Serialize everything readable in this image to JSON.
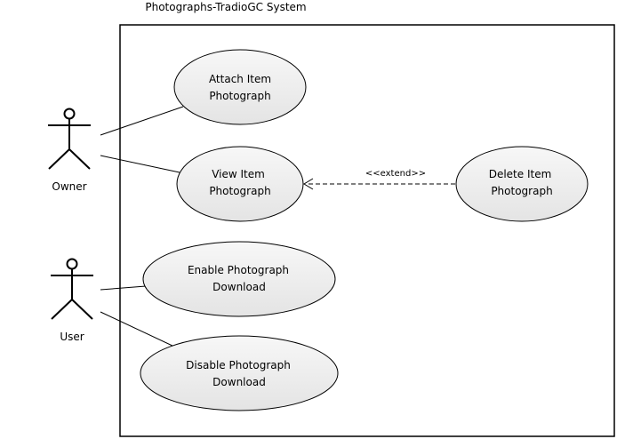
{
  "system": {
    "title": "Photographs-TradioGC System"
  },
  "actors": {
    "owner": {
      "label": "Owner"
    },
    "user": {
      "label": "User"
    }
  },
  "use_cases": {
    "attach": {
      "line1": "Attach Item",
      "line2": "Photograph"
    },
    "view": {
      "line1": "View Item",
      "line2": "Photograph"
    },
    "delete": {
      "line1": "Delete Item",
      "line2": "Photograph"
    },
    "enable": {
      "line1": "Enable Photograph",
      "line2": "Download"
    },
    "disable": {
      "line1": "Disable Photograph",
      "line2": "Download"
    }
  },
  "relations": {
    "extend_label": "<<extend>>"
  },
  "colors": {
    "usecase_fill_light": "#f7f7f7",
    "usecase_fill_dark": "#e4e4e4",
    "stroke": "#000000"
  }
}
